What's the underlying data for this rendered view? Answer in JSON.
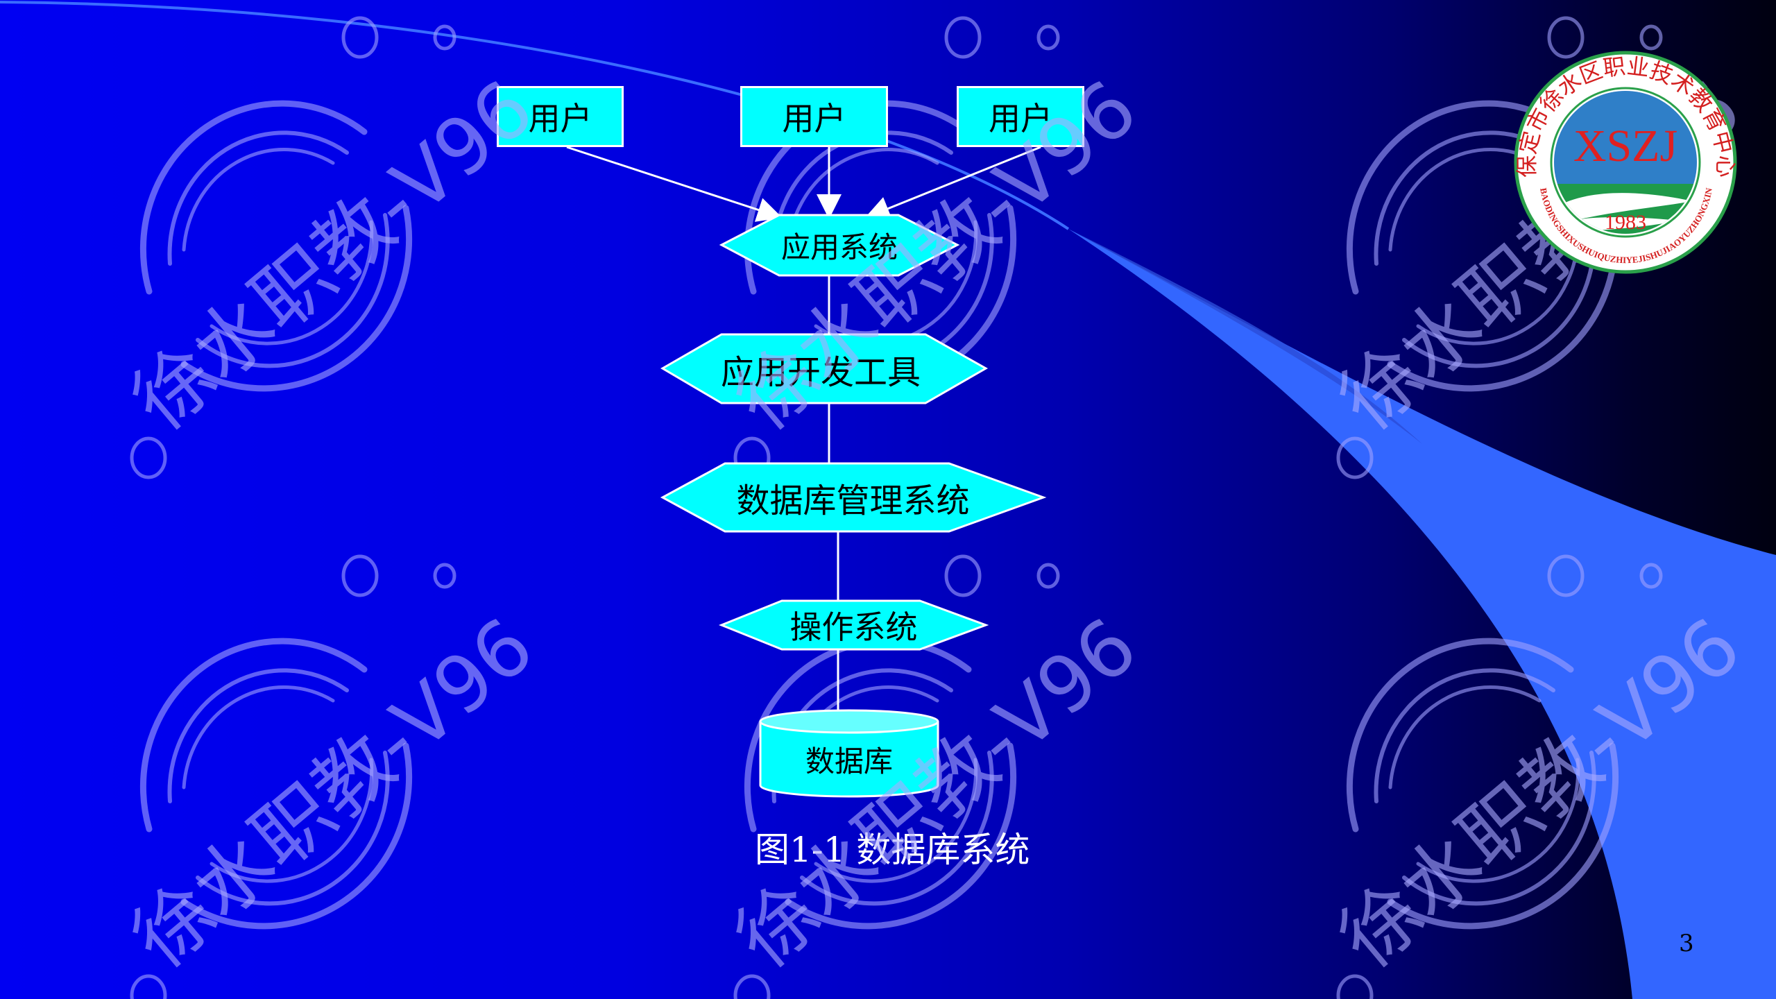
{
  "slide": {
    "page_number": "3",
    "caption": "图1-1 数据库系统",
    "colors": {
      "box_fill": "#00ffff",
      "outline": "#ffffff",
      "swoosh": "#3366ff",
      "bg_left": "#0000f2",
      "bg_right": "#000010"
    }
  },
  "diagram": {
    "users": [
      {
        "label": "用户"
      },
      {
        "label": "用户"
      },
      {
        "label": "用户"
      }
    ],
    "layers": [
      {
        "label": "应用系统"
      },
      {
        "label": "应用开发工具"
      },
      {
        "label": "数据库管理系统"
      },
      {
        "label": "操作系统"
      }
    ],
    "database": {
      "label": "数据库"
    }
  },
  "logo": {
    "ring_text": "保定市徐水区职业技术教育中心",
    "initials": "XSZJ",
    "pinyin": "BAODINGSHIXUSHUIQUZHIYEJISHUJIAOYUZHONGXIN",
    "year": "1983"
  },
  "watermark": {
    "text": "徐水职教-V96"
  }
}
